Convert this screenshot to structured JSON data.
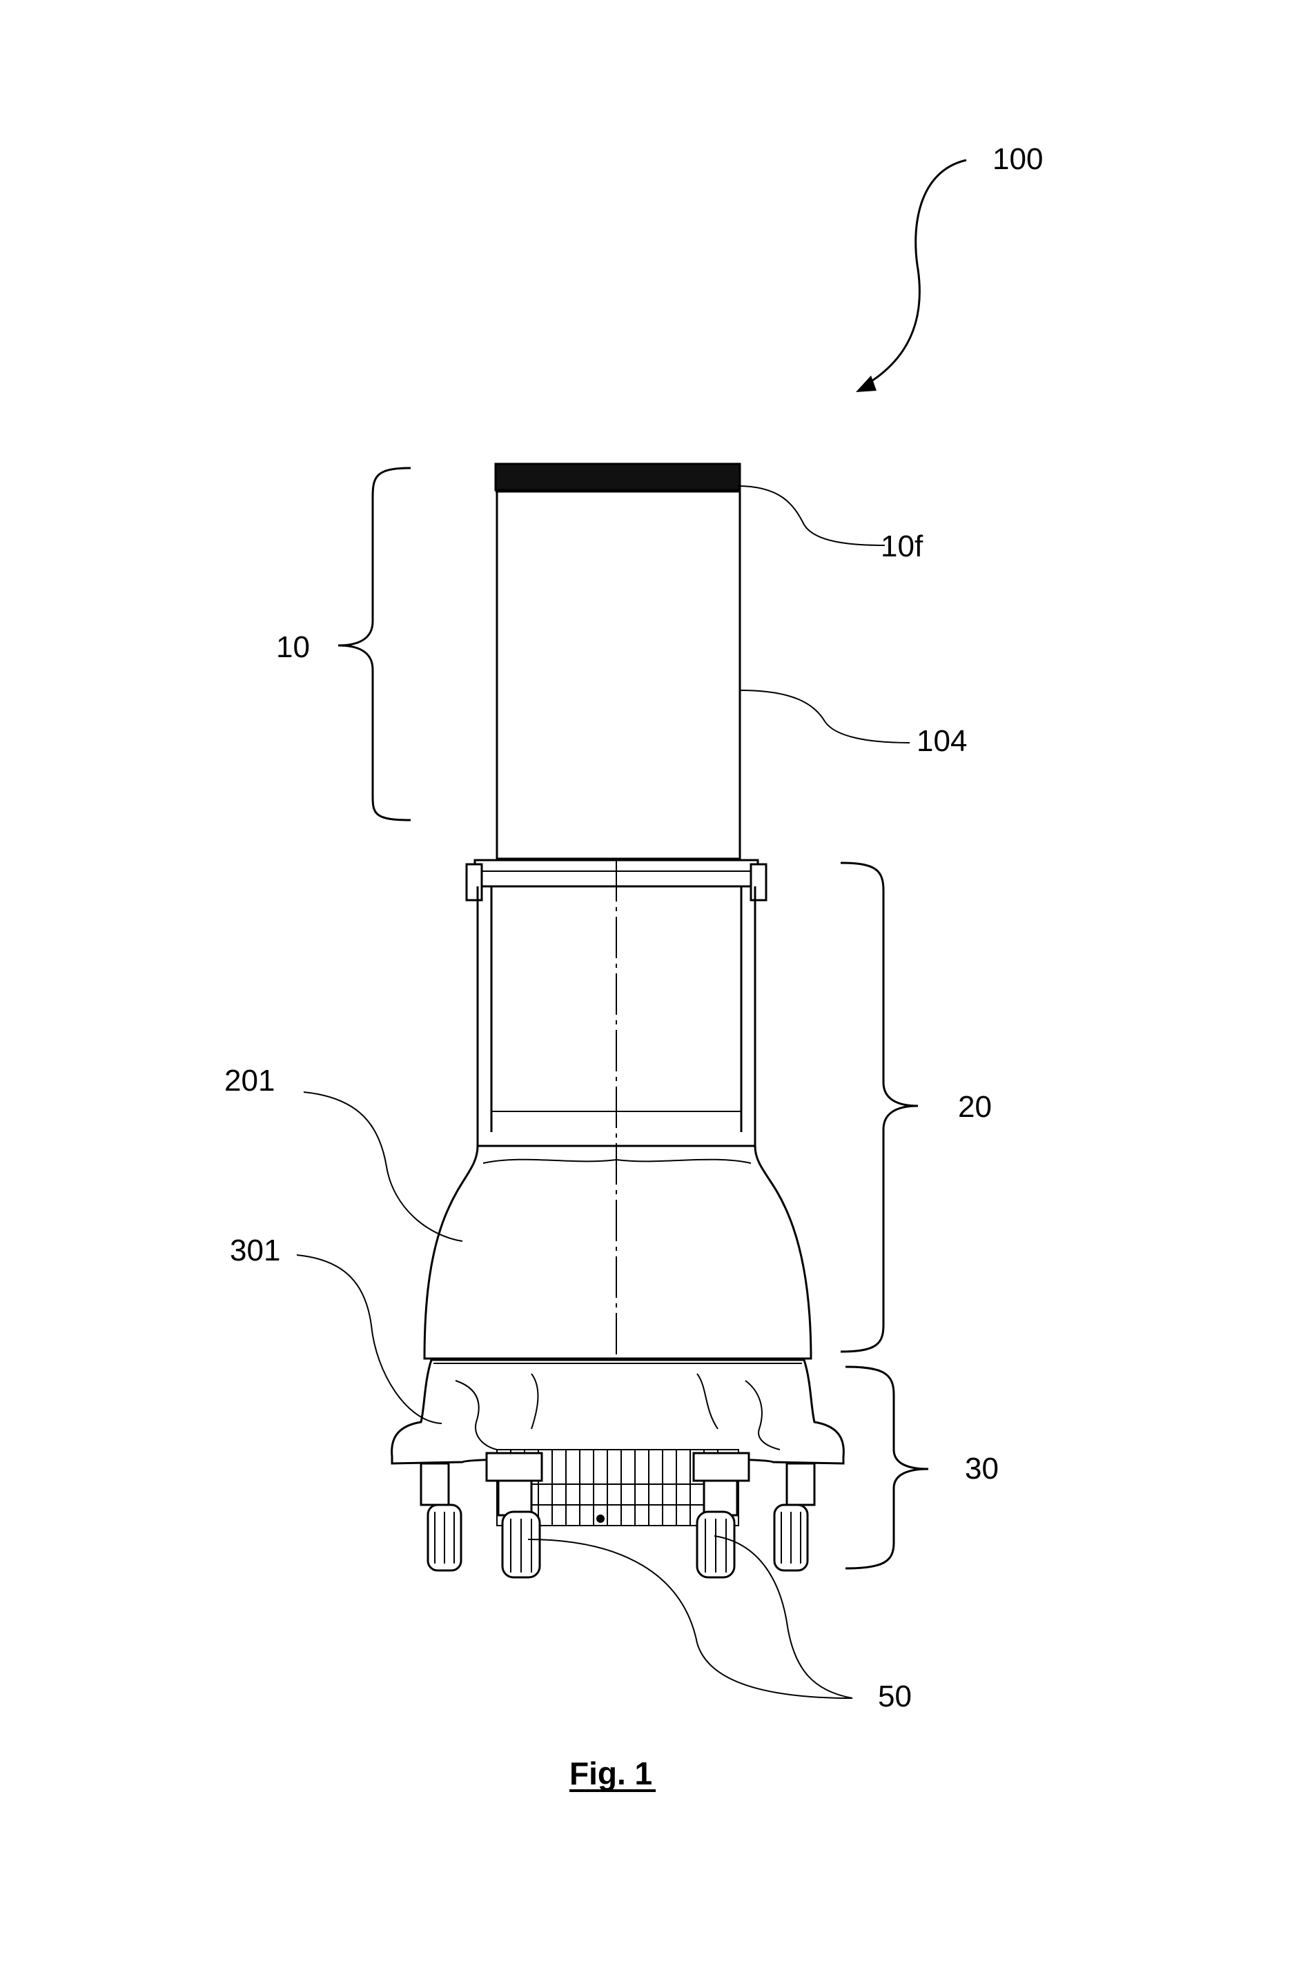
{
  "figure": {
    "labels": {
      "assembly": "100",
      "upper_section": "10",
      "top_band": "10f",
      "tube_body": "104",
      "middle_section": "20",
      "flared_housing": "201",
      "base_section": "30",
      "base_shroud": "301",
      "wheels": "50"
    },
    "caption": "Fig. 1"
  }
}
